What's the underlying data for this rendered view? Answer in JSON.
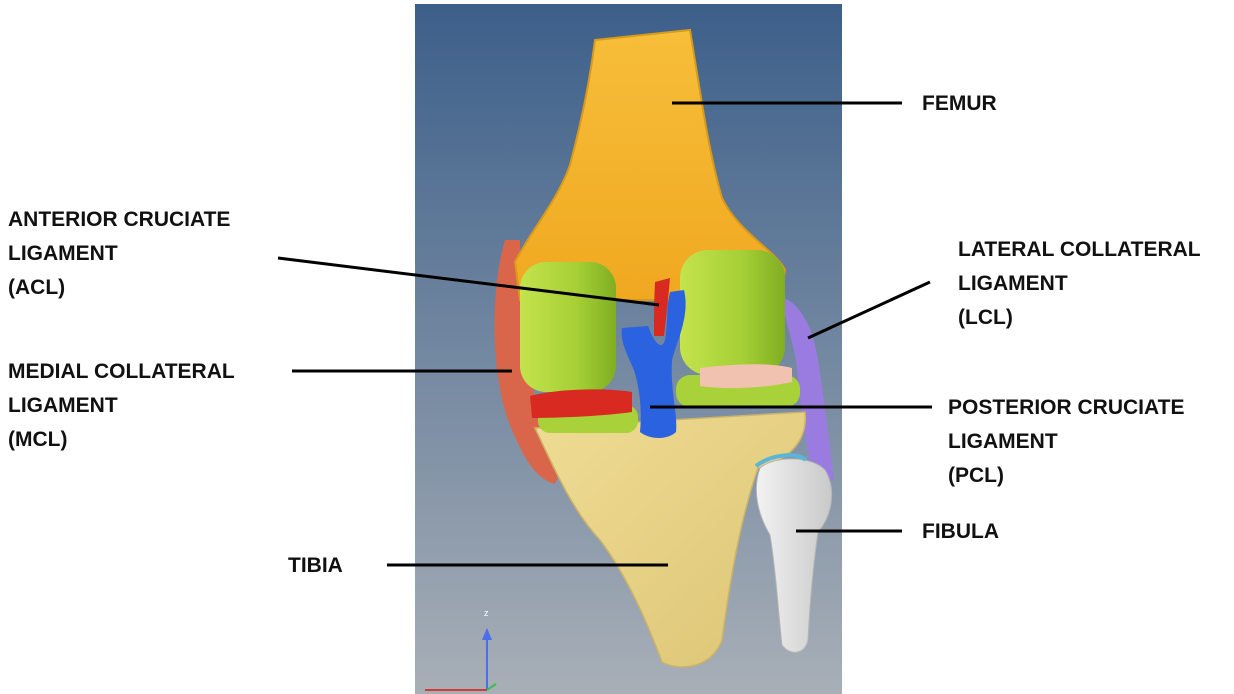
{
  "labels": {
    "femur": [
      "FEMUR"
    ],
    "acl": [
      "ANTERIOR CRUCIATE",
      "LIGAMENT",
      "(ACL)"
    ],
    "lcl": [
      "LATERAL COLLATERAL",
      "LIGAMENT",
      "(LCL)"
    ],
    "mcl": [
      "MEDIAL COLLATERAL",
      "LIGAMENT",
      "(MCL)"
    ],
    "pcl": [
      "POSTERIOR CRUCIATE",
      "LIGAMENT",
      "(PCL)"
    ],
    "fibula": [
      "FIBULA"
    ],
    "tibia": [
      "TIBIA"
    ]
  },
  "axis_gizmo": {
    "z_label": "z"
  },
  "colors": {
    "viewport_top": "#3c5f8a",
    "viewport_bottom": "#a8afb7",
    "femur": "#f5b52a",
    "tibia": "#e9d486",
    "cartilage": "#a9d23a",
    "acl": "#d82a20",
    "mcl": "#d9664a",
    "pcl": "#2a62e0",
    "lcl": "#9a7ce0",
    "fibula": "#e3e3e3",
    "meniscus_lateral": "#f2c2b0",
    "label_text": "#111111"
  }
}
